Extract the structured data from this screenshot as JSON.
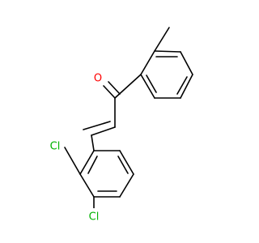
{
  "colors": {
    "background": "#ffffff",
    "bond": "#000000",
    "oxygen": "#ff0000",
    "chlorine": "#00b200"
  },
  "atoms": {
    "oxygen": "O",
    "chlorine_ortho": "Cl",
    "chlorine_para": "Cl"
  }
}
